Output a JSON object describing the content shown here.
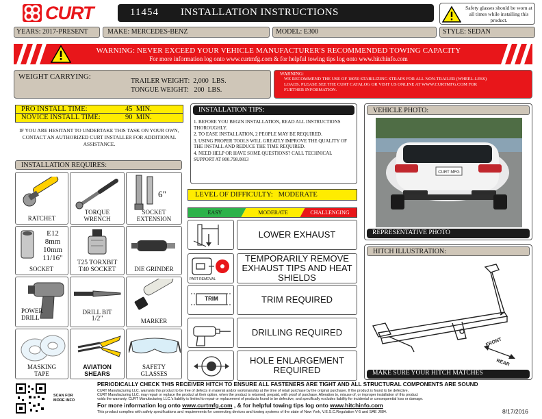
{
  "header": {
    "brand": "CURT",
    "part_number": "11454",
    "title": "INSTALLATION INSTRUCTIONS",
    "safety_note": "Safety glasses should be worn at all times while installing this product."
  },
  "vehicle": {
    "years": "YEARS: 2017-PRESENT",
    "make": "MAKE: MERCEDES-BENZ",
    "model": "MODEL: E300",
    "style": "STYLE: SEDAN"
  },
  "warning_banner": {
    "line1": "WARNING: NEVER EXCEED YOUR VEHICLE MANUFACTURER'S RECOMMENDED TOWING CAPACITY",
    "line2": "For more information log onto www.curtmfg.com & for helpful towing tips log onto www.hitchinfo.com"
  },
  "weight": {
    "label": "WEIGHT CARRYING:",
    "trailer": "TRAILER WEIGHT:  2,000  LBS.",
    "tongue": "TONGUE WEIGHT:   200  LBS."
  },
  "warning_box": {
    "title": "WARNING:",
    "text": "WE RECOMMEND THE USE OF 18050 STABILIZING STRAPS FOR ALL NON-TRAILER (WHEEL-LESS) LOADS.  PLEASE SEE THE CURT CATALOG OR VISIT US ONLINE AT WWW.CURTMFG.COM FOR FURTHER INFORMATION."
  },
  "install_time": {
    "pro_label": "PRO INSTALL TIME:",
    "pro_value": "45  MIN.",
    "novice_label": "NOVICE INSTALL TIME:",
    "novice_value": "90  MIN.",
    "note": "IF  YOU  ARE  HESITANT  TO  UNDERTAKE THIS TASK ON YOUR OWN, CONTACT AN AUTHORIZED CURT INSTALLER FOR ADDITIONAL ASSISTANCE."
  },
  "tips": {
    "title": "INSTALLATION TIPS:",
    "items": [
      "1.  BEFORE YOU BEGIN INSTALLATION, READ ALL INSTRUCTIONS THOROUGHLY.",
      "2.  TO EASE INSTALLATION, 2 PEOPLE MAY BE REQUIRED.",
      "3.  USING PROPER TOOLS WILL GREATLY IMPROVE THE QUALITY OF THE INSTALL AND REDUCE THE TIME REQUIRED.",
      "4.  NEED HELP OR HAVE SOME QUESTIONS? CALL TECHNICAL SUPPORT AT 800.798.0813"
    ]
  },
  "vehicle_photo": {
    "title": "VEHICLE PHOTO:",
    "caption": "REPRESENTATIVE PHOTO",
    "plate": "CURT MFG"
  },
  "difficulty": {
    "title": "LEVEL OF DIFFICULTY:   MODERATE",
    "easy": "EASY",
    "moderate": "MODERATE",
    "challenging": "CHALLENGING",
    "colors": {
      "easy": "#2db24a",
      "moderate": "#ffec00",
      "challenging": "#e8161a"
    }
  },
  "requirements": {
    "lower_exhaust": "LOWER EXHAUST",
    "remove_tips": "TEMPORARILY REMOVE EXHAUST TIPS AND HEAT SHIELDS",
    "part_removal": "PART REMOVAL",
    "trim_icon": "TRIM",
    "trim": "TRIM REQUIRED",
    "drilling": "DRILLING REQUIRED",
    "hole": "HOLE ENLARGEMENT REQUIRED"
  },
  "tools": {
    "title": "INSTALLATION REQUIRES:",
    "ratchet": "RATCHET",
    "torque1": "TORQUE",
    "torque2": "WRENCH",
    "ext_size": "6\"",
    "ext1": "SOCKET",
    "ext2": "EXTENSION",
    "socket_sizes": [
      "E12",
      "8mm",
      "10mm",
      "11/16\""
    ],
    "socket": "SOCKET",
    "torx1": "T25 TORXBIT",
    "torx2": "T40 SOCKET",
    "die": "DIE GRINDER",
    "drill1": "POWER",
    "drill2": "DRILL",
    "bit1": "DRILL BIT",
    "bit2": "1/2\"",
    "marker": "MARKER",
    "tape1": "MASKING",
    "tape2": "TAPE",
    "shears1": "AVIATION",
    "shears2": "SHEARS",
    "glasses1": "SAFETY",
    "glasses2": "GLASSES"
  },
  "hitch": {
    "title": "HITCH ILLUSTRATION:",
    "front": "FRONT",
    "rear": "REAR",
    "caption": "MAKE SURE YOUR HITCH MATCHES"
  },
  "footer": {
    "scan": "SCAN FOR MORE INFO",
    "headline": "PERIODICALLY CHECK THIS RECEIVER HITCH TO ENSURE ALL FASTENERS ARE TIGHT AND ALL STRUCTURAL COMPONENTS ARE SOUND",
    "warranty1": "CURT Manufacturing LLC. warrants this product to be free of defects in material and/or workmanship at the time of retail purchase by the original purchaser.  If the product is found to be defective,",
    "warranty2": "CURT Manufacturing LLC. may repair or replace the product at their option, when the product is returned, prepaid, with proof of purchase.  Alteration to, misuse of, or improper installation of this product",
    "warranty3": "voids the warranty. CURT Manufacturing LLC.'s liability is limited to repair or replacement of products found to be defective, and specifically excludes liability for incidental or consequential loss or damage.",
    "info_a": "For more information log onto ",
    "info_link1": "www.curtmfg.com",
    "info_b": " , & for helpful towing tips log onto ",
    "info_link2": "www.hitchinfo.com",
    "compliance": "This product complies with safety specifications and requirements for connecting devices and towing systems of the state of New York, V.E.S.C.Regulation V-5 and SAE J684.",
    "date": "8/17/2016"
  }
}
